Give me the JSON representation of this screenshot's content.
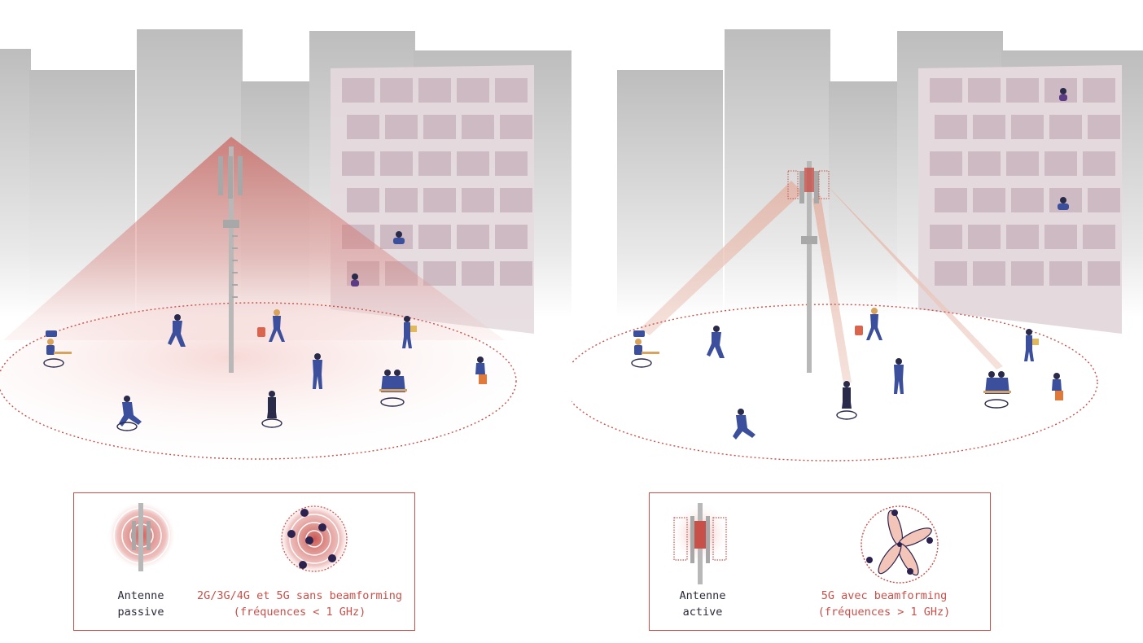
{
  "colors": {
    "accent": "#c8504a",
    "person": "#3b4f9c",
    "building_gray": "#c8c8c8",
    "building_pink": "#e6d9dd"
  },
  "legend_left": {
    "antenna_label_line1": "Antenne",
    "antenna_label_line2": "passive",
    "tech_label_line1": "2G/3G/4G et 5G sans beamforming",
    "tech_label_line2": "(fréquences < 1 GHz)"
  },
  "legend_right": {
    "antenna_label_line1": "Antenne",
    "antenna_label_line2": "active",
    "tech_label_line1": "5G avec beamforming",
    "tech_label_line2": "(fréquences > 1 GHz)"
  },
  "icons": [
    "passive-antenna-icon",
    "omnidirectional-radiation-icon",
    "active-antenna-icon",
    "beamforming-lobes-icon",
    "speech-bubble-icon"
  ]
}
